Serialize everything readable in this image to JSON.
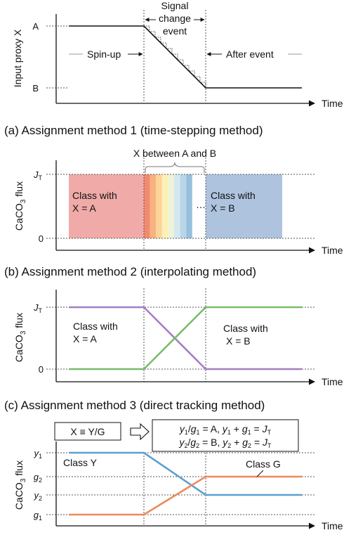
{
  "top": {
    "y_label": "Input proxy X",
    "time_label": "Time",
    "tick_a": "A",
    "tick_b": "B",
    "event_label_1": "Signal",
    "event_label_2": "change",
    "event_label_3": "event",
    "spinup_label": "Spin-up",
    "after_label": "After event"
  },
  "panel_a": {
    "title": "(a) Assignment method 1 (time-stepping method)",
    "y_label_pre": "CaCO",
    "y_label_sub": "3",
    "y_label_post": " flux",
    "tick_top": "J",
    "tick_top_sub": "T",
    "tick_zero": "0",
    "time_label": "Time",
    "between_label": "X between A and B",
    "class_a_line1": "Class with",
    "class_a_line2": "X = A",
    "class_b_line1": "Class with",
    "class_b_line2": "X = B",
    "ellipsis": "…",
    "colors": {
      "class_a": "#f0aaa8",
      "class_b": "#aec3de",
      "bands": [
        "#f08a70",
        "#f7b27d",
        "#fbd49a",
        "#fdf0b6",
        "#eef3d8",
        "#d4e8ee",
        "#b7d6e8",
        "#98c0dc"
      ]
    }
  },
  "panel_b": {
    "title": "(b) Assignment method 2 (interpolating method)",
    "y_label_pre": "CaCO",
    "y_label_sub": "3",
    "y_label_post": " flux",
    "tick_top": "J",
    "tick_top_sub": "T",
    "tick_zero": "0",
    "time_label": "Time",
    "class_a_line1": "Class with",
    "class_a_line2": "X = A",
    "class_b_line1": "Class with",
    "class_b_line2": "X = B",
    "colors": {
      "purple": "#a47fc4",
      "green": "#79bd6a"
    }
  },
  "panel_c": {
    "title": "(c) Assignment method 3 (direct tracking method)",
    "y_label_pre": "CaCO",
    "y_label_sub": "3",
    "y_label_post": " flux",
    "time_label": "Time",
    "box_left": "X ≡ Y/G",
    "eq1": {
      "y": "y",
      "s1": "1",
      "slash": "/",
      "g": "g",
      "s2": "1",
      "rest_a": " = A, ",
      "y2": "y",
      "s3": "1",
      "plus": " + ",
      "g2": "g",
      "s4": "1",
      "eq": " = ",
      "j": "J",
      "jt": "T"
    },
    "eq2": {
      "y": "y",
      "s1": "2",
      "slash": "/",
      "g": "g",
      "s2": "2",
      "rest_a": " = B, ",
      "y2": "y",
      "s3": "2",
      "plus": " + ",
      "g2": "g",
      "s4": "2",
      "eq": " = ",
      "j": "J",
      "jt": "T"
    },
    "tick_y1": "y",
    "tick_y1_sub": "1",
    "tick_g2": "g",
    "tick_g2_sub": "2",
    "tick_y2": "y",
    "tick_y2_sub": "2",
    "tick_g1": "g",
    "tick_g1_sub": "1",
    "class_y": "Class Y",
    "class_g": "Class G",
    "colors": {
      "blue": "#5aa0d2",
      "orange": "#ec8a5e"
    }
  }
}
